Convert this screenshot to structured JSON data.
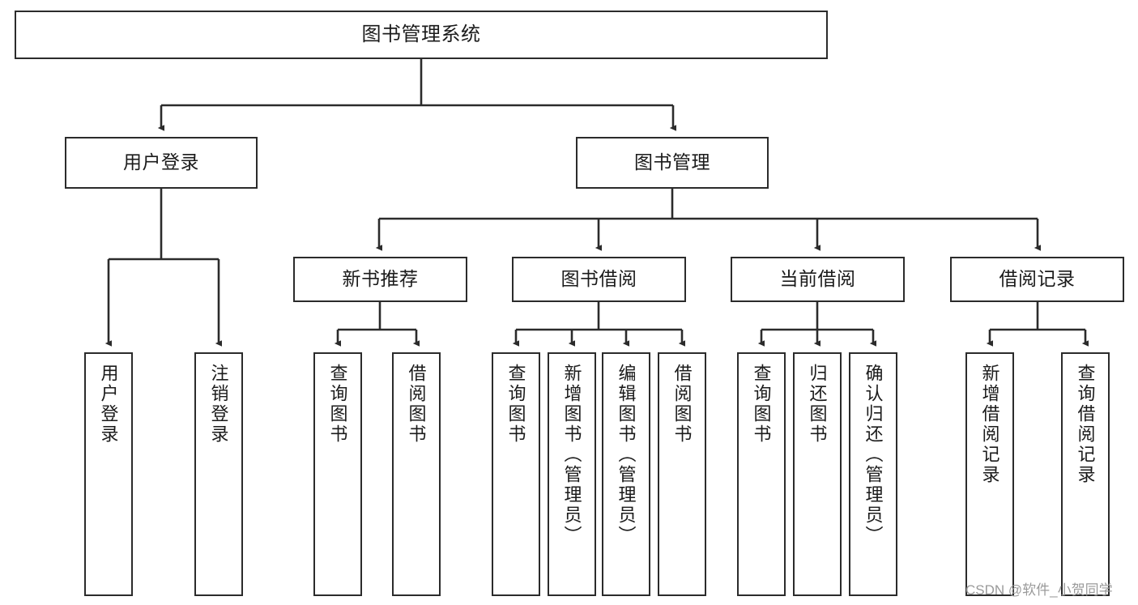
{
  "diagram": {
    "type": "tree",
    "title": "图书管理系统",
    "orientation": "top-down",
    "colors": {
      "node_border": "#2b2b2b",
      "node_fill": "#ffffff",
      "edge": "#2b2b2b",
      "text": "#1b1b1b",
      "watermark": "#9a9a9a",
      "background": "#ffffff"
    },
    "watermark": "CSDN @软件_小贺同学",
    "levels": 4,
    "nodes": {
      "root": {
        "label": "图书管理系统"
      },
      "l2": [
        {
          "label": "用户登录"
        },
        {
          "label": "图书管理"
        }
      ],
      "l3": [
        {
          "label": "新书推荐"
        },
        {
          "label": "图书借阅"
        },
        {
          "label": "当前借阅"
        },
        {
          "label": "借阅记录"
        }
      ],
      "leaves": {
        "user_login": [
          {
            "label": "用户登录"
          },
          {
            "label": "注销登录"
          }
        ],
        "new_book": [
          {
            "label": "查询图书"
          },
          {
            "label": "借阅图书"
          }
        ],
        "book_borrow": [
          {
            "label": "查询图书"
          },
          {
            "label": "新增图书（管理员）"
          },
          {
            "label": "编辑图书（管理员）"
          },
          {
            "label": "借阅图书"
          }
        ],
        "current_borrow": [
          {
            "label": "查询图书"
          },
          {
            "label": "归还图书"
          },
          {
            "label": "确认归还（管理员）"
          }
        ],
        "borrow_record": [
          {
            "label": "新增借阅记录"
          },
          {
            "label": "查询借阅记录"
          }
        ]
      }
    }
  }
}
